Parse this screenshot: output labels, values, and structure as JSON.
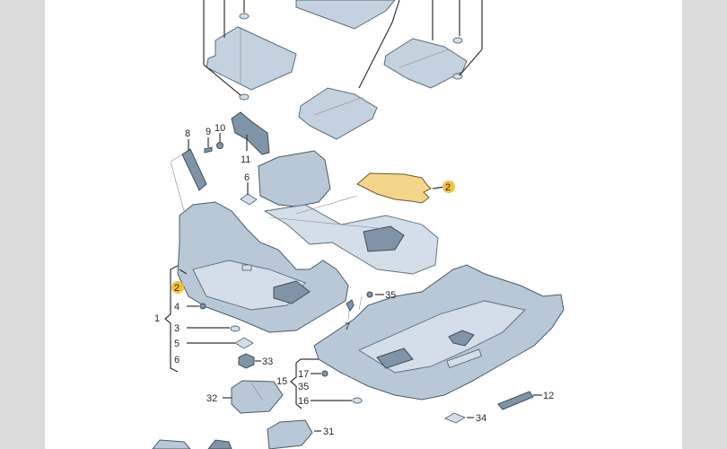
{
  "diagram": {
    "title": "Floor covering / insulation exploded parts view",
    "highlight_color": "#f2c23a",
    "part_color": "#b8c8d6",
    "labels": {
      "p1": "1",
      "p2a": "2",
      "p2b": "2",
      "p3": "3",
      "p4": "4",
      "p5": "5",
      "p6a": "6",
      "p6b": "6",
      "p7": "7",
      "p8": "8",
      "p9": "9",
      "p10": "10",
      "p11": "11",
      "p12": "12",
      "p15": "15",
      "p16": "16",
      "p17": "17",
      "p31": "31",
      "p32": "32",
      "p33": "33",
      "p34": "34",
      "p35a": "35",
      "p35b": "35"
    }
  }
}
